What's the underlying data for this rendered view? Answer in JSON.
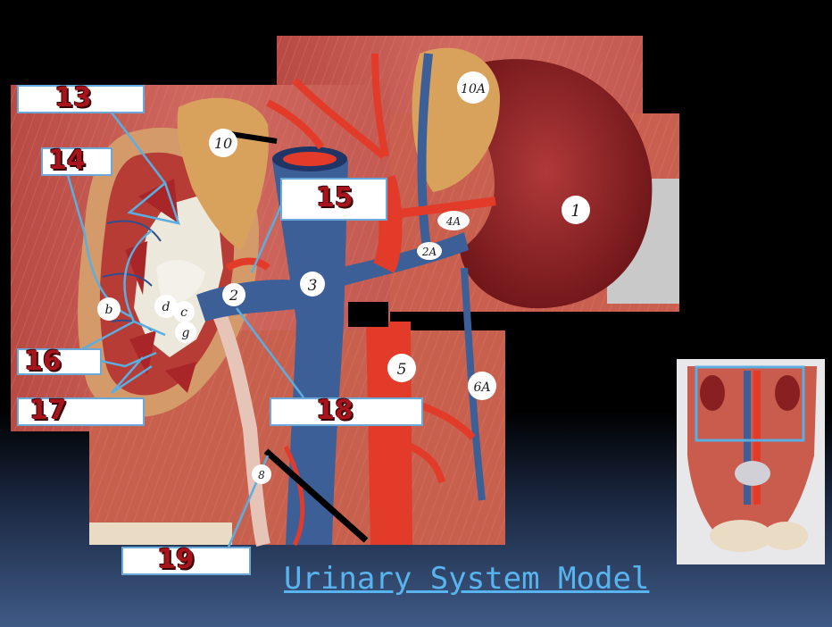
{
  "title": "Urinary System Model",
  "labels": [
    {
      "id": "13",
      "text": "13"
    },
    {
      "id": "14",
      "text": "14"
    },
    {
      "id": "15",
      "text": "15"
    },
    {
      "id": "16",
      "text": "16"
    },
    {
      "id": "17",
      "text": "17"
    },
    {
      "id": "18",
      "text": "18"
    },
    {
      "id": "19",
      "text": "19"
    }
  ],
  "model_tags": [
    "10A",
    "10",
    "1",
    "4A",
    "2A",
    "3",
    "2",
    "5",
    "6A",
    "d",
    "c",
    "b",
    "g",
    "8"
  ],
  "colors": {
    "muscle": "#c9584f",
    "vein": "#3d5f98",
    "artery": "#e23b2a",
    "adrenal": "#d9a25c",
    "kidney": "#8a1f22",
    "leader": "#5aaee0",
    "title": "#58b4ee"
  }
}
